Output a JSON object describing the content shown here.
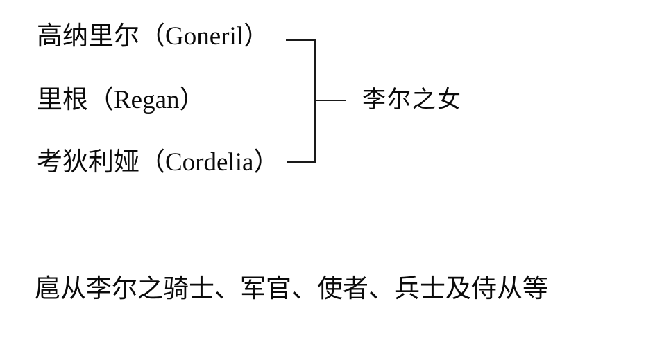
{
  "colors": {
    "background": "#ffffff",
    "text": "#000000",
    "bracket_line": "#1a1a1a"
  },
  "diagram": {
    "daughters": [
      {
        "name_cn": "高纳里尔",
        "name_en": "Goneril",
        "display": "高纳里尔（Goneril）"
      },
      {
        "name_cn": "里根",
        "name_en": "Regan",
        "display": "里根（Regan）"
      },
      {
        "name_cn": "考狄利娅",
        "name_en": "Cordelia",
        "display": "考狄利娅（Cordelia）"
      }
    ],
    "group_label": "李尔之女"
  },
  "footer": {
    "text": "扈从李尔之骑士、军官、使者、兵士及侍从等"
  }
}
